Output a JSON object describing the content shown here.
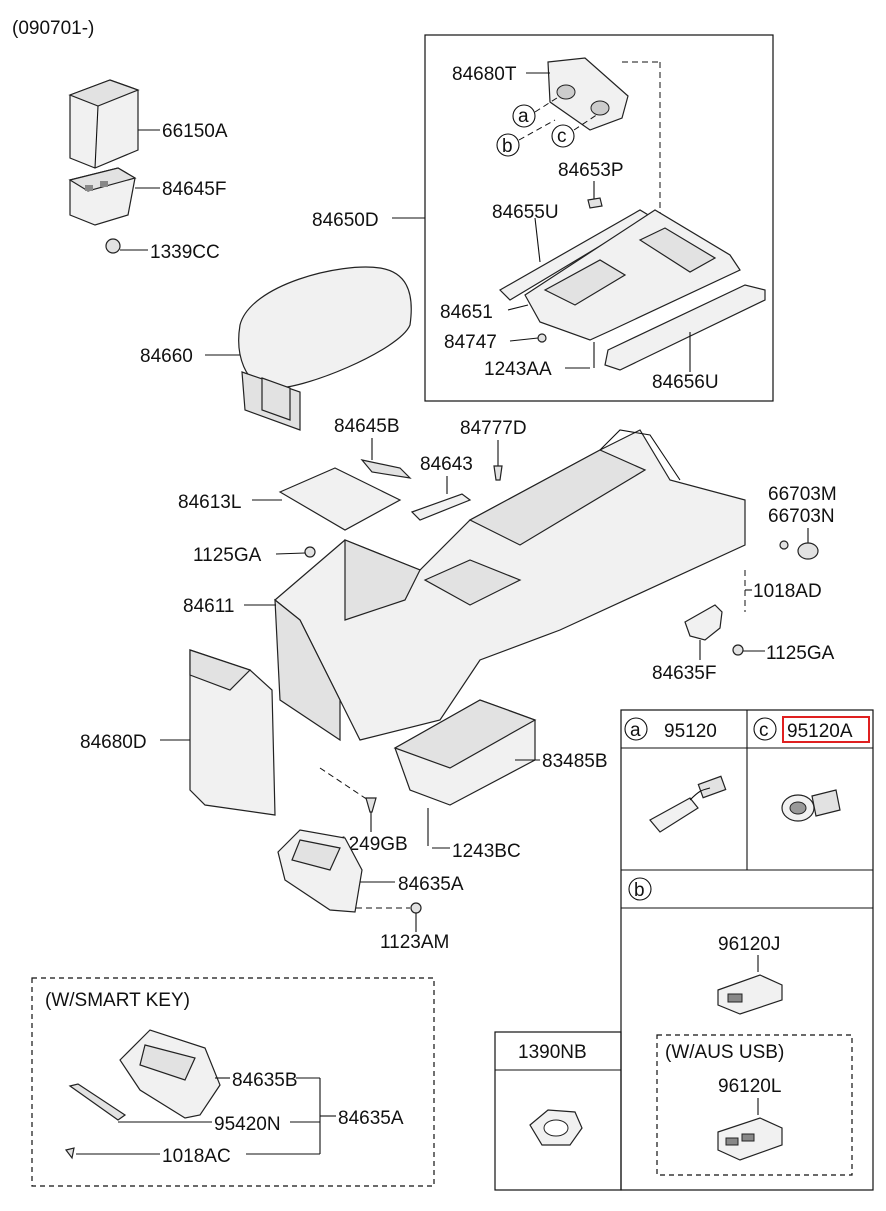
{
  "diagram": {
    "date_code": "(090701-)",
    "parts": {
      "p66150A": "66150A",
      "p84645F": "84645F",
      "p1339CC": "1339CC",
      "p84680T": "84680T",
      "p84653P": "84653P",
      "p84650D": "84650D",
      "p84655U": "84655U",
      "p84651": "84651",
      "p84747": "84747",
      "p1243AA": "1243AA",
      "p84656U": "84656U",
      "p84660": "84660",
      "p84645B": "84645B",
      "p84777D": "84777D",
      "p84643": "84643",
      "p84613L": "84613L",
      "p66703M": "66703M",
      "p66703N": "66703N",
      "p1125GA_a": "1125GA",
      "p84611": "84611",
      "p1018AD": "1018AD",
      "p1125GA_b": "1125GA",
      "p84635F": "84635F",
      "p84680D": "84680D",
      "p83485B": "83485B",
      "p1249GB": "1249GB",
      "p1243BC": "1243BC",
      "p84635A": "84635A",
      "p1123AM": "1123AM"
    },
    "callouts": {
      "a": "a",
      "b": "b",
      "c": "c"
    },
    "smart_key": {
      "title": "(W/SMART KEY)",
      "p84635B": "84635B",
      "p95420N": "95420N",
      "p84635A": "84635A",
      "p1018AC": "1018AC"
    },
    "table": {
      "a_letter": "a",
      "a_part": "95120",
      "c_letter": "c",
      "c_part": "95120A",
      "b_letter": "b",
      "b_part": "96120J",
      "usb_title": "(W/AUS  USB)",
      "usb_part": "96120L",
      "nb_part": "1390NB"
    },
    "highlight_color": "#e02020"
  }
}
